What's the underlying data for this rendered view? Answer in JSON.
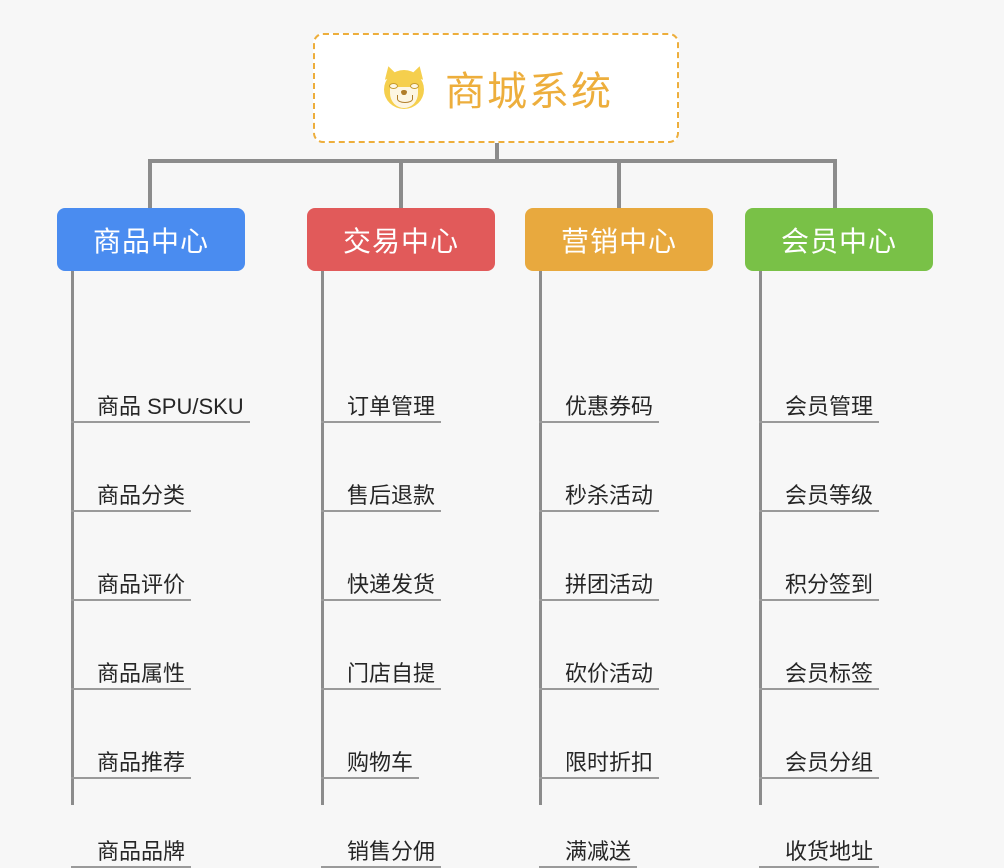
{
  "page": {
    "background_color": "#f7f7f7",
    "type": "mindmap"
  },
  "root": {
    "title": "商城系统",
    "icon": "shiba-dog-emoji",
    "emoji": "🐶",
    "text_color": "#edae3c",
    "border_color": "#edae3c",
    "background_color": "#ffffff"
  },
  "connector": {
    "color": "#8c8c8c"
  },
  "branches": [
    {
      "label": "商品中心",
      "color": "#4a8cf0",
      "leaves": [
        {
          "label": "商品 SPU/SKU"
        },
        {
          "label": "商品分类"
        },
        {
          "label": "商品评价"
        },
        {
          "label": "商品属性"
        },
        {
          "label": "商品推荐"
        },
        {
          "label": "商品品牌"
        }
      ]
    },
    {
      "label": "交易中心",
      "color": "#e15a5a",
      "leaves": [
        {
          "label": "订单管理"
        },
        {
          "label": "售后退款"
        },
        {
          "label": "快递发货"
        },
        {
          "label": "门店自提"
        },
        {
          "label": "购物车"
        },
        {
          "label": "销售分佣"
        }
      ]
    },
    {
      "label": "营销中心",
      "color": "#e8a93e",
      "leaves": [
        {
          "label": "优惠券码"
        },
        {
          "label": "秒杀活动"
        },
        {
          "label": "拼团活动"
        },
        {
          "label": "砍价活动"
        },
        {
          "label": "限时折扣"
        },
        {
          "label": "满减送"
        }
      ]
    },
    {
      "label": "会员中心",
      "color": "#79c147",
      "leaves": [
        {
          "label": "会员管理"
        },
        {
          "label": "会员等级"
        },
        {
          "label": "积分签到"
        },
        {
          "label": "会员标签"
        },
        {
          "label": "会员分组"
        },
        {
          "label": "收货地址"
        }
      ]
    }
  ]
}
